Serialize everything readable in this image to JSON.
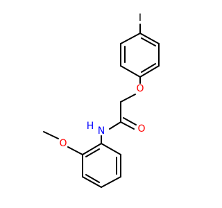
{
  "molecule": {
    "atoms": {
      "iodine": {
        "label": "I",
        "color": "#000000"
      },
      "ether_oxygen": {
        "label": "O",
        "color": "#ff0000"
      },
      "carbonyl_oxygen": {
        "label": "O",
        "color": "#ff0000"
      },
      "amide_nitrogen": {
        "label": "N",
        "color": "#0000ff"
      },
      "amide_hydrogen": {
        "label": "H",
        "color": "#0000ff"
      },
      "methoxy_oxygen": {
        "label": "O",
        "color": "#ff0000"
      }
    }
  }
}
